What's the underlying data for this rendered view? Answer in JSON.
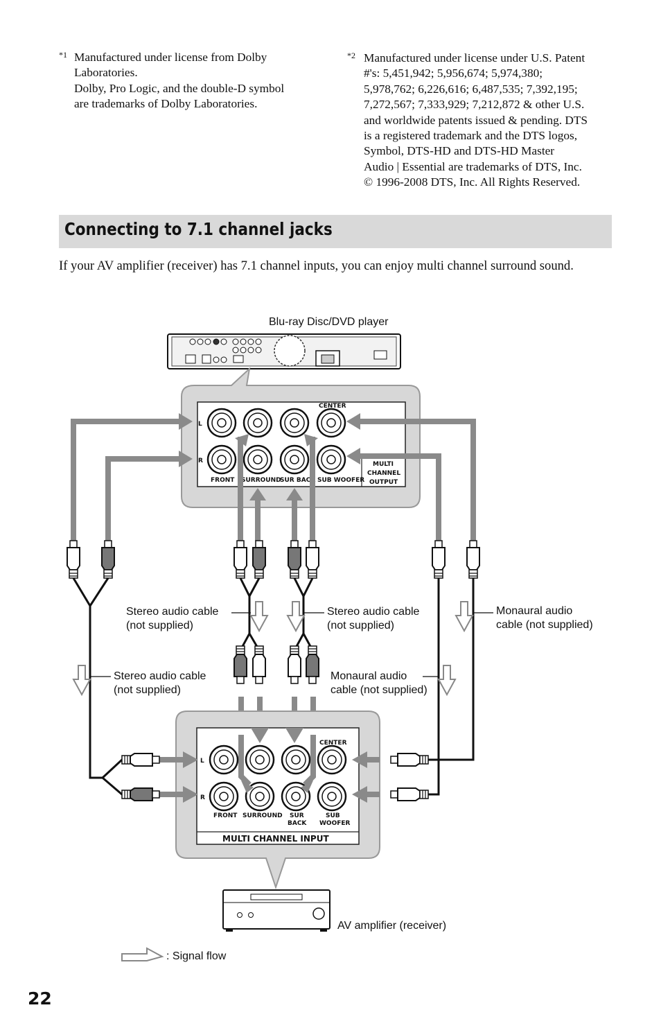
{
  "footnotes": [
    {
      "mark": "*1",
      "lines": [
        "Manufactured under license from Dolby",
        "Laboratories.",
        "Dolby, Pro Logic, and the double-D symbol",
        "are trademarks of Dolby Laboratories."
      ]
    },
    {
      "mark": "*2",
      "lines": [
        "Manufactured under license under U.S. Patent",
        "#'s: 5,451,942; 5,956,674; 5,974,380;",
        "5,978,762; 6,226,616; 6,487,535; 7,392,195;",
        "7,272,567; 7,333,929; 7,212,872 & other U.S.",
        "and worldwide patents issued & pending. DTS",
        "is a registered trademark and the DTS logos,",
        "Symbol, DTS-HD and DTS-HD Master",
        "Audio | Essential are trademarks of DTS, Inc.",
        "© 1996-2008 DTS, Inc. All Rights Reserved."
      ]
    }
  ],
  "section": {
    "title": "Connecting to 7.1 channel jacks",
    "intro": "If your AV amplifier (receiver) has 7.1 channel inputs, you can enjoy multi channel surround sound."
  },
  "diagram": {
    "player_label": "Blu-ray Disc/DVD player",
    "amplifier_label": "AV amplifier (receiver)",
    "signal_flow_label": ": Signal flow",
    "output_panel": {
      "row_l": "L",
      "row_r": "R",
      "center": "CENTER",
      "jacks": [
        "FRONT",
        "SURROUND",
        "SUR BACK",
        "SUB WOOFER"
      ],
      "panel_name_lines": [
        "MULTI",
        "CHANNEL",
        "OUTPUT"
      ]
    },
    "input_panel": {
      "row_l": "L",
      "row_r": "R",
      "center": "CENTER",
      "jacks": [
        "FRONT",
        "SURROUND",
        "SUR",
        "BACK",
        "SUB",
        "WOOFER"
      ],
      "panel_name": "MULTI CHANNEL INPUT"
    },
    "cables": {
      "stereo_upper_left": [
        "Stereo audio cable",
        "(not supplied)"
      ],
      "stereo_upper_mid": [
        "Stereo audio cable",
        "(not supplied)"
      ],
      "mono_upper_right": [
        "Monaural audio",
        "cable (not supplied)"
      ],
      "stereo_lower_left": [
        "Stereo audio cable",
        "(not supplied)"
      ],
      "mono_lower_mid": [
        "Monaural audio",
        "cable (not supplied)"
      ]
    }
  },
  "page_number": "22"
}
